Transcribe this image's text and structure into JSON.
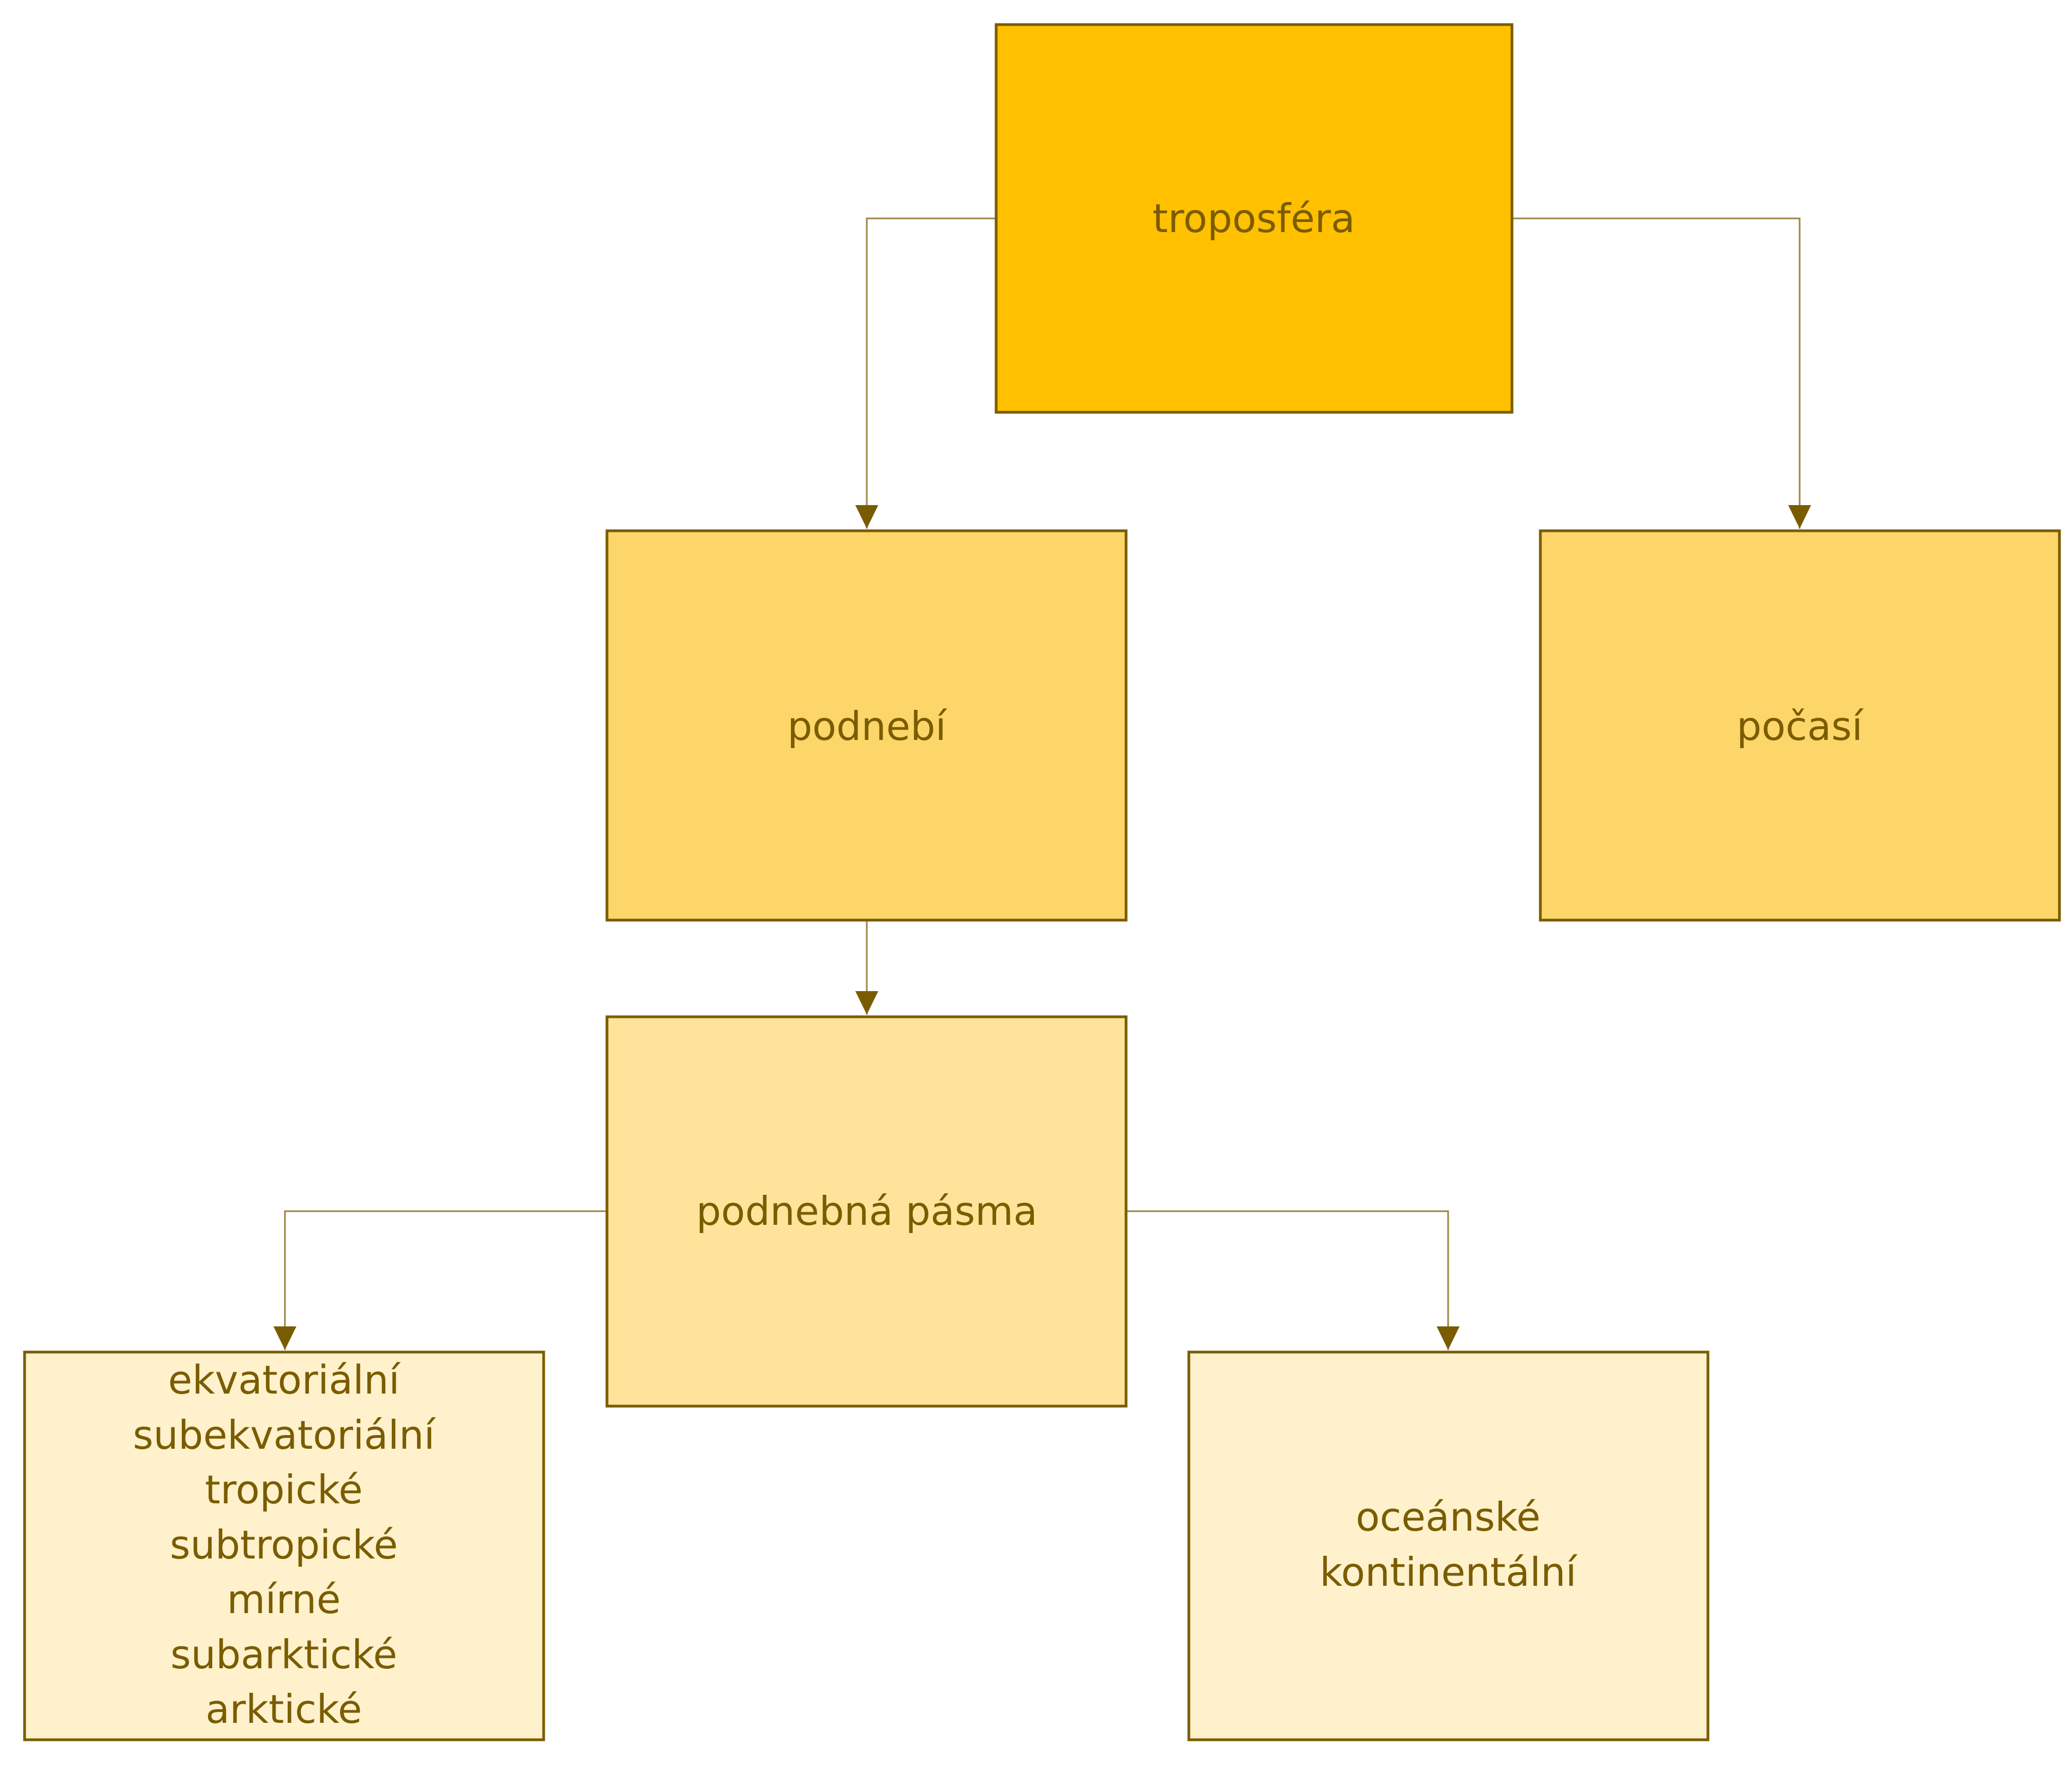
{
  "colors": {
    "text": "#7A5C00",
    "border": "#7A5C00",
    "connector": "#9C8545",
    "arrow": "#7A5C00",
    "level1": "#FFC000",
    "level2": "#FCD669",
    "level3": "#FDE49A",
    "level4": "#FEF1CC"
  },
  "nodes": {
    "troposfera": {
      "lines": [
        "troposféra"
      ]
    },
    "podnebi": {
      "lines": [
        "podnebí"
      ]
    },
    "pocasi": {
      "lines": [
        "počasí"
      ]
    },
    "podnebna_pasma": {
      "lines": [
        "podnebná pásma"
      ]
    },
    "zones_list": {
      "lines": [
        "ekvatoriální",
        "subekvatoriální",
        "tropické",
        "subtropické",
        "mírné",
        "subarktické",
        "arktické"
      ]
    },
    "climate_types": {
      "lines": [
        "oceánské",
        "kontinentální"
      ]
    }
  }
}
